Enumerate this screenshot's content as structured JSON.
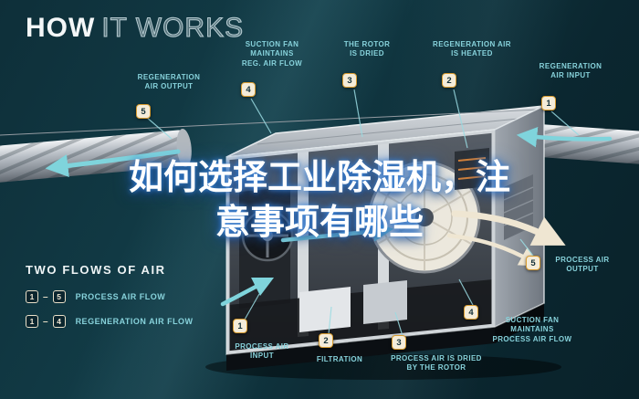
{
  "colors": {
    "background": "#0e2f39",
    "accent_cyan": "#87d2db",
    "badge_fill": "#f4ecd9",
    "badge_border": "#d79b2f",
    "badge_text": "#13303a",
    "cream_arrow": "#efe6d2",
    "teal_arrow": "#7fd4dc",
    "overlay_glow": "#3e8ce6"
  },
  "header": {
    "title_strong": "HOW",
    "title_light": "IT WORKS"
  },
  "overlay_title": {
    "line1": "如何选择工业除湿机，注",
    "line2": "意事项有哪些"
  },
  "callouts": [
    {
      "num": "1",
      "label": "REGENERATION AIR INPUT"
    },
    {
      "num": "2",
      "label": "REGENERATION AIR IS HEATED"
    },
    {
      "num": "3",
      "label": "THE ROTOR IS DRIED"
    },
    {
      "num": "4",
      "label": "SUCTION FAN MAINTAINS REG. AIR FLOW"
    },
    {
      "num": "5",
      "label": "REGENERATION AIR OUTPUT"
    },
    {
      "num": "1",
      "label": "PROCESS AIR INPUT"
    },
    {
      "num": "2",
      "label": "FILTRATION"
    },
    {
      "num": "3",
      "label": "PROCESS AIR IS DRIED BY THE ROTOR"
    },
    {
      "num": "4",
      "label": "SUCTION FAN MAINTAINS PROCESS AIR FLOW"
    },
    {
      "num": "5",
      "label": "PROCESS AIR OUTPUT"
    }
  ],
  "legend": {
    "title": "TWO FLOWS OF AIR",
    "rows": [
      {
        "start": "1",
        "separator": "–",
        "end": "5",
        "label": "PROCESS AIR FLOW"
      },
      {
        "start": "1",
        "separator": "–",
        "end": "4",
        "label": "REGENERATION AIR FLOW"
      }
    ]
  }
}
